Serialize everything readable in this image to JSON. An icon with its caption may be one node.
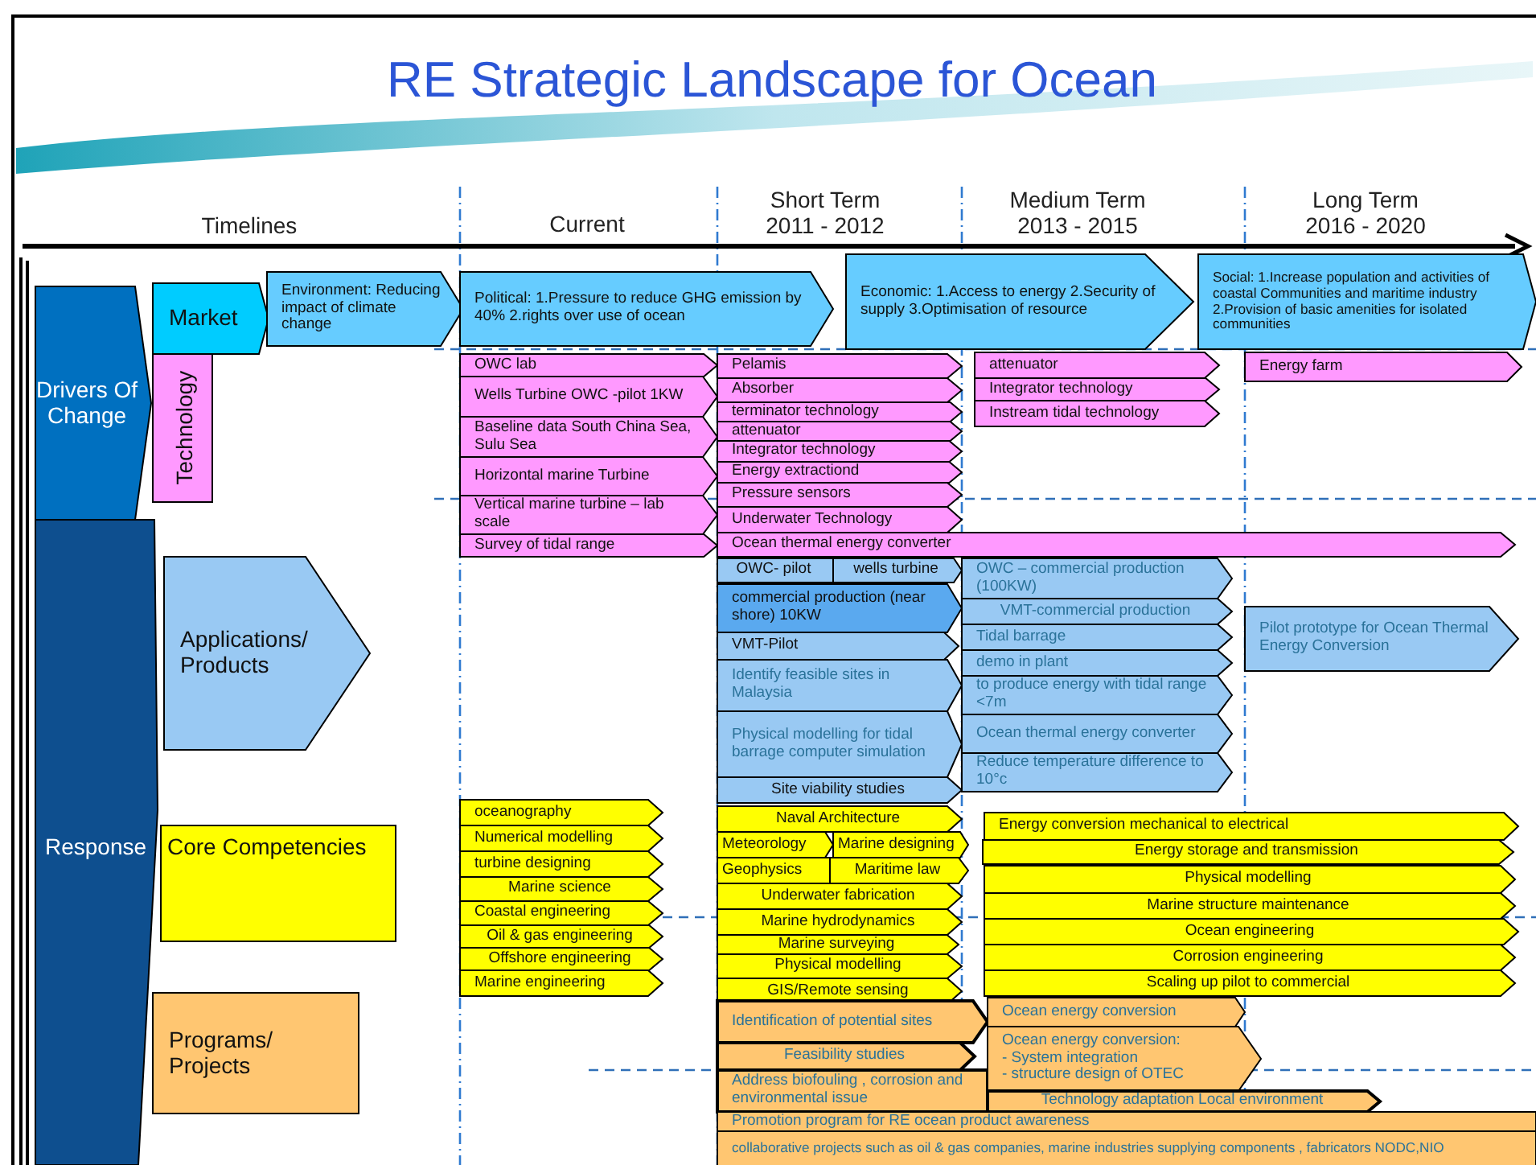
{
  "diagram": {
    "title": "RE Strategic Landscape for Ocean",
    "nodes": [
      {
        "text": [
          "Drivers Of Change"
        ]
      },
      {
        "text": [
          "Market"
        ]
      },
      {
        "text": [
          "Technology"
        ]
      },
      {
        "text": [
          "Environment: Reducing impact of climate change"
        ]
      },
      {
        "text": [
          "Political: 1.Pressure to reduce GHG emission by 40% 2.rights over use of ocean"
        ]
      },
      {
        "text": [
          "Economic: 1.Access to energy 2.Security of supply 3.Optimisation of resource"
        ]
      },
      {
        "text": [
          "Social: 1.Increase population and activities of coastal Communities and maritime industry 2.Provision of basic amenities for isolated communities"
        ]
      },
      {
        "text": [
          "OWC lab"
        ]
      },
      {
        "text": [
          "Wells Turbine OWC -pilot 1KW"
        ]
      },
      {
        "text": [
          "Baseline data South China Sea, Sulu Sea"
        ]
      },
      {
        "text": [
          "Horizontal marine Turbine"
        ]
      },
      {
        "text": [
          "Vertical marine turbine – lab scale"
        ]
      },
      {
        "text": [
          "Survey of tidal range"
        ]
      },
      {
        "text": [
          "Pelamis"
        ]
      },
      {
        "text": [
          "Absorber"
        ]
      },
      {
        "text": [
          "terminator technology"
        ]
      },
      {
        "text": [
          "attenuator"
        ]
      },
      {
        "text": [
          "Integrator technology"
        ]
      },
      {
        "text": [
          "Energy extractiond"
        ]
      },
      {
        "text": [
          "Pressure sensors"
        ]
      },
      {
        "text": [
          "Underwater Technology"
        ]
      },
      {
        "text": [
          "Ocean thermal energy converter"
        ]
      },
      {
        "text": [
          "attenuator"
        ]
      },
      {
        "text": [
          "Integrator technology"
        ]
      },
      {
        "text": [
          "Instream tidal technology"
        ]
      },
      {
        "text": [
          "Energy farm"
        ]
      },
      {
        "text": [
          "Applications/ Products"
        ]
      },
      {
        "text": [
          "OWC- pilot"
        ]
      },
      {
        "text": [
          "wells turbine"
        ]
      },
      {
        "text": [
          "commercial production (near shore) 10KW"
        ]
      },
      {
        "text": [
          "VMT-Pilot"
        ]
      },
      {
        "text": [
          "Identify feasible sites in Malaysia"
        ]
      },
      {
        "text": [
          "Physical modelling for tidal barrage computer simulation"
        ]
      },
      {
        "text": [
          "Site viability studies"
        ]
      },
      {
        "text": [
          "OWC – commercial production (100KW)"
        ]
      },
      {
        "text": [
          "VMT-commercial production"
        ]
      },
      {
        "text": [
          "Tidal barrage"
        ]
      },
      {
        "text": [
          "demo in plant"
        ]
      },
      {
        "text": [
          "to produce energy with tidal range <7m"
        ]
      },
      {
        "text": [
          "Ocean thermal energy converter"
        ]
      },
      {
        "text": [
          "Reduce temperature difference to 10°c"
        ]
      },
      {
        "text": [
          "Pilot prototype for Ocean Thermal Energy Conversion"
        ]
      },
      {
        "text": [
          "Response"
        ]
      },
      {
        "text": [
          "Core Competencies"
        ]
      },
      {
        "text": [
          "oceanography"
        ]
      },
      {
        "text": [
          "Numerical modelling"
        ]
      },
      {
        "text": [
          "turbine designing"
        ]
      },
      {
        "text": [
          "Marine science"
        ]
      },
      {
        "text": [
          "Coastal engineering"
        ]
      },
      {
        "text": [
          "Oil & gas engineering"
        ]
      },
      {
        "text": [
          "Offshore engineering"
        ]
      },
      {
        "text": [
          "Marine engineering"
        ]
      },
      {
        "text": [
          "Naval Architecture"
        ]
      },
      {
        "text": [
          "Meteorology"
        ]
      },
      {
        "text": [
          "Marine designing"
        ]
      },
      {
        "text": [
          "Geophysics"
        ]
      },
      {
        "text": [
          "Maritime law"
        ]
      },
      {
        "text": [
          "Underwater fabrication"
        ]
      },
      {
        "text": [
          "Marine hydrodynamics"
        ]
      },
      {
        "text": [
          "Marine surveying"
        ]
      },
      {
        "text": [
          "Physical modelling"
        ]
      },
      {
        "text": [
          "GIS/Remote sensing"
        ]
      },
      {
        "text": [
          "Energy conversion mechanical to electrical"
        ]
      },
      {
        "text": [
          "Energy storage and transmission"
        ]
      },
      {
        "text": [
          "Physical modelling"
        ]
      },
      {
        "text": [
          "Marine structure maintenance"
        ]
      },
      {
        "text": [
          "Ocean engineering"
        ]
      },
      {
        "text": [
          "Corrosion engineering"
        ]
      },
      {
        "text": [
          "Scaling up pilot to commercial"
        ]
      },
      {
        "text": [
          "Programs/ Projects"
        ]
      },
      {
        "text": [
          "Identification of potential sites"
        ]
      },
      {
        "text": [
          "Feasibility studies"
        ]
      },
      {
        "text": [
          "Address biofouling , corrosion and environmental issue"
        ]
      },
      {
        "text": [
          "Ocean energy conversion"
        ]
      },
      {
        "text": [
          "Ocean energy conversion:",
          "- System integration",
          "- structure design of OTEC"
        ]
      },
      {
        "text": [
          "Technology adaptation Local environment"
        ]
      },
      {
        "text": [
          "Promotion program for RE ocean product awareness"
        ]
      },
      {
        "text": [
          "collaborative projects such as oil & gas companies, marine industries supplying components , fabricators NODC,NIO"
        ]
      }
    ],
    "labels": [
      "Timelines",
      "Current",
      "Short Term 2011 - 2012",
      "Medium Term 2013 - 2015",
      "Long Term 2016 - 2020"
    ]
  }
}
